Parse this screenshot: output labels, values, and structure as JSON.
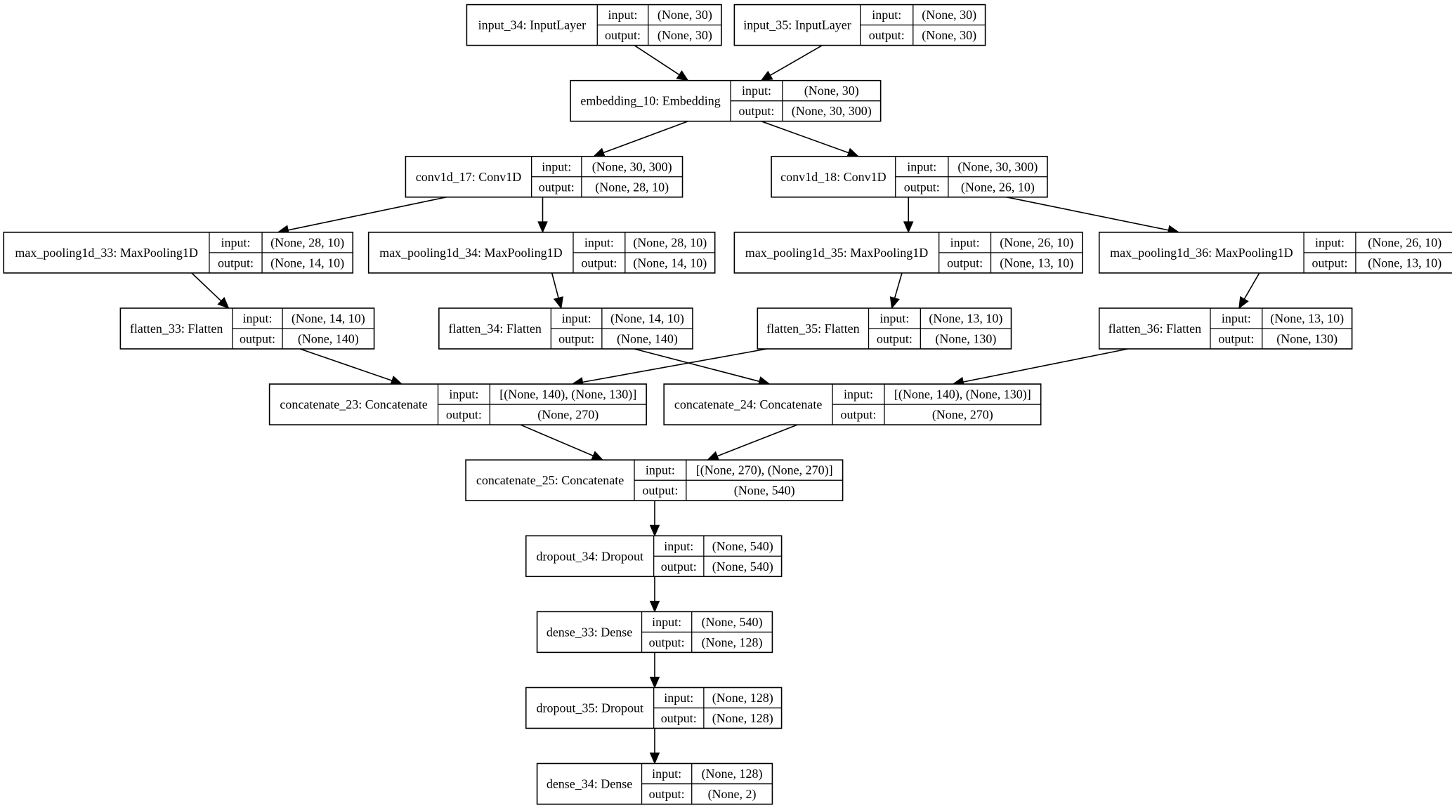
{
  "diagram": {
    "io_labels": {
      "input": "input:",
      "output": "output:"
    },
    "nodes": [
      {
        "id": "input_34",
        "name": "input_34: InputLayer",
        "input": "(None, 30)",
        "output": "(None, 30)"
      },
      {
        "id": "input_35",
        "name": "input_35: InputLayer",
        "input": "(None, 30)",
        "output": "(None, 30)"
      },
      {
        "id": "embedding_10",
        "name": "embedding_10: Embedding",
        "input": "(None, 30)",
        "output": "(None, 30, 300)"
      },
      {
        "id": "conv1d_17",
        "name": "conv1d_17: Conv1D",
        "input": "(None, 30, 300)",
        "output": "(None, 28, 10)"
      },
      {
        "id": "conv1d_18",
        "name": "conv1d_18: Conv1D",
        "input": "(None, 30, 300)",
        "output": "(None, 26, 10)"
      },
      {
        "id": "max_pooling1d_33",
        "name": "max_pooling1d_33: MaxPooling1D",
        "input": "(None, 28, 10)",
        "output": "(None, 14, 10)"
      },
      {
        "id": "max_pooling1d_34",
        "name": "max_pooling1d_34: MaxPooling1D",
        "input": "(None, 28, 10)",
        "output": "(None, 14, 10)"
      },
      {
        "id": "max_pooling1d_35",
        "name": "max_pooling1d_35: MaxPooling1D",
        "input": "(None, 26, 10)",
        "output": "(None, 13, 10)"
      },
      {
        "id": "max_pooling1d_36",
        "name": "max_pooling1d_36: MaxPooling1D",
        "input": "(None, 26, 10)",
        "output": "(None, 13, 10)"
      },
      {
        "id": "flatten_33",
        "name": "flatten_33: Flatten",
        "input": "(None, 14, 10)",
        "output": "(None, 140)"
      },
      {
        "id": "flatten_34",
        "name": "flatten_34: Flatten",
        "input": "(None, 14, 10)",
        "output": "(None, 140)"
      },
      {
        "id": "flatten_35",
        "name": "flatten_35: Flatten",
        "input": "(None, 13, 10)",
        "output": "(None, 130)"
      },
      {
        "id": "flatten_36",
        "name": "flatten_36: Flatten",
        "input": "(None, 13, 10)",
        "output": "(None, 130)"
      },
      {
        "id": "concatenate_23",
        "name": "concatenate_23: Concatenate",
        "input": "[(None, 140), (None, 130)]",
        "output": "(None, 270)"
      },
      {
        "id": "concatenate_24",
        "name": "concatenate_24: Concatenate",
        "input": "[(None, 140), (None, 130)]",
        "output": "(None, 270)"
      },
      {
        "id": "concatenate_25",
        "name": "concatenate_25: Concatenate",
        "input": "[(None, 270), (None, 270)]",
        "output": "(None, 540)"
      },
      {
        "id": "dropout_34",
        "name": "dropout_34: Dropout",
        "input": "(None, 540)",
        "output": "(None, 540)"
      },
      {
        "id": "dense_33",
        "name": "dense_33: Dense",
        "input": "(None, 540)",
        "output": "(None, 128)"
      },
      {
        "id": "dropout_35",
        "name": "dropout_35: Dropout",
        "input": "(None, 128)",
        "output": "(None, 128)"
      },
      {
        "id": "dense_34",
        "name": "dense_34: Dense",
        "input": "(None, 128)",
        "output": "(None, 2)"
      }
    ],
    "edges": [
      [
        "input_34",
        "embedding_10"
      ],
      [
        "input_35",
        "embedding_10"
      ],
      [
        "embedding_10",
        "conv1d_17"
      ],
      [
        "embedding_10",
        "conv1d_18"
      ],
      [
        "conv1d_17",
        "max_pooling1d_33"
      ],
      [
        "conv1d_17",
        "max_pooling1d_34"
      ],
      [
        "conv1d_18",
        "max_pooling1d_35"
      ],
      [
        "conv1d_18",
        "max_pooling1d_36"
      ],
      [
        "max_pooling1d_33",
        "flatten_33"
      ],
      [
        "max_pooling1d_34",
        "flatten_34"
      ],
      [
        "max_pooling1d_35",
        "flatten_35"
      ],
      [
        "max_pooling1d_36",
        "flatten_36"
      ],
      [
        "flatten_33",
        "concatenate_23"
      ],
      [
        "flatten_35",
        "concatenate_23"
      ],
      [
        "flatten_34",
        "concatenate_24"
      ],
      [
        "flatten_36",
        "concatenate_24"
      ],
      [
        "concatenate_23",
        "concatenate_25"
      ],
      [
        "concatenate_24",
        "concatenate_25"
      ],
      [
        "concatenate_25",
        "dropout_34"
      ],
      [
        "dropout_34",
        "dense_33"
      ],
      [
        "dense_33",
        "dropout_35"
      ],
      [
        "dropout_35",
        "dense_34"
      ]
    ]
  }
}
